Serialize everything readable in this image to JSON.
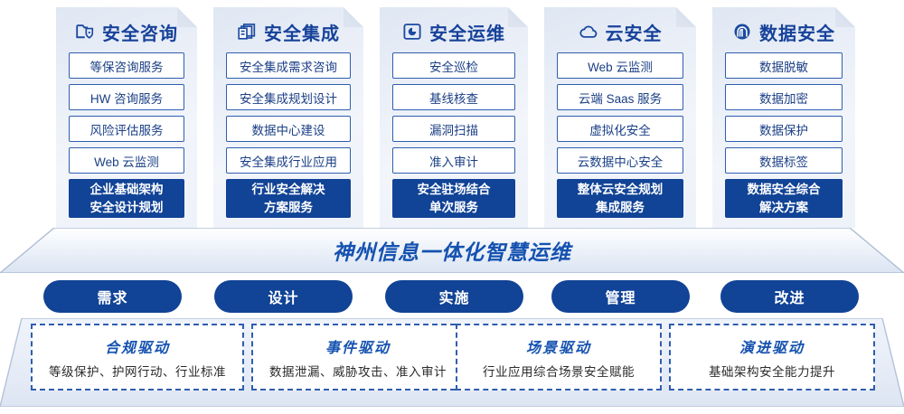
{
  "diagram": {
    "banner_title": "神州信息一体化智慧运维",
    "accent_dark": "#114396",
    "accent_text": "#1552b0",
    "border_blue": "#2f5eae",
    "panel_bg": "#e9eef7"
  },
  "pillars": [
    {
      "icon": "folder-shield-icon",
      "title": "安全咨询",
      "items": [
        "等保咨询服务",
        "HW 咨询服务",
        "风险评估服务",
        "Web 云监测"
      ],
      "highlight_line1": "企业基础架构",
      "highlight_line2": "安全设计规划"
    },
    {
      "icon": "stacked-documents-icon",
      "title": "安全集成",
      "items": [
        "安全集成需求咨询",
        "安全集成规划设计",
        "数据中心建设",
        "安全集成行业应用"
      ],
      "highlight_line1": "行业安全解决",
      "highlight_line2": "方案服务"
    },
    {
      "icon": "chart-monitor-icon",
      "title": "安全运维",
      "items": [
        "安全巡检",
        "基线核查",
        "漏洞扫描",
        "准入审计"
      ],
      "highlight_line1": "安全驻场结合",
      "highlight_line2": "单次服务"
    },
    {
      "icon": "cloud-icon",
      "title": "云安全",
      "items": [
        "Web 云监测",
        "云端 Saas 服务",
        "虚拟化安全",
        "云数据中心安全"
      ],
      "highlight_line1": "整体云安全规划",
      "highlight_line2": "集成服务"
    },
    {
      "icon": "fingerprint-icon",
      "title": "数据安全",
      "items": [
        "数据脱敏",
        "数据加密",
        "数据保护",
        "数据标签"
      ],
      "highlight_line1": "数据安全综合",
      "highlight_line2": "解决方案"
    }
  ],
  "stages": [
    {
      "label": "需求"
    },
    {
      "label": "设计"
    },
    {
      "label": "实施"
    },
    {
      "label": "管理"
    },
    {
      "label": "改进"
    }
  ],
  "drivers": [
    {
      "title": "合规驱动",
      "subtitle": "等级保护、护网行动、行业标准"
    },
    {
      "title": "事件驱动",
      "subtitle": "数据泄漏、威胁攻击、准入审计"
    },
    {
      "title": "场景驱动",
      "subtitle": "行业应用综合场景安全赋能"
    },
    {
      "title": "演进驱动",
      "subtitle": "基础架构安全能力提升"
    }
  ]
}
